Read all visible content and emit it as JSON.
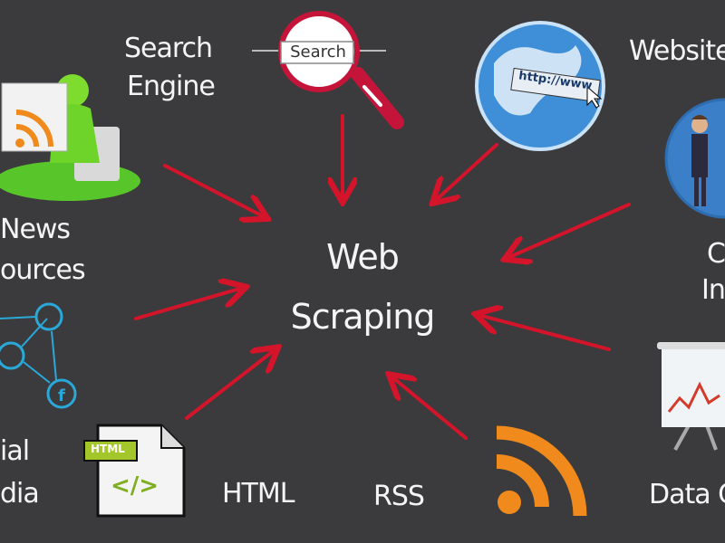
{
  "center": {
    "line1": "Web",
    "line2": "Scraping"
  },
  "labels": {
    "search_engine_1": "Search",
    "search_engine_2": "Engine",
    "websites": "Websites",
    "news_1": "News",
    "news_2": "ources",
    "competitive_1": "C",
    "competitive_2": "In",
    "social_1": "ial",
    "social_2": "dia",
    "html": "HTML",
    "rss": "RSS",
    "data": "Data C"
  },
  "icons": {
    "search_box_text": "Search",
    "globe_url": "http://www",
    "html_badge": "HTML",
    "html_code": "</>"
  },
  "colors": {
    "background": "#3b3b3d",
    "arrow": "#d4142a",
    "text": "#f4f4f4"
  }
}
